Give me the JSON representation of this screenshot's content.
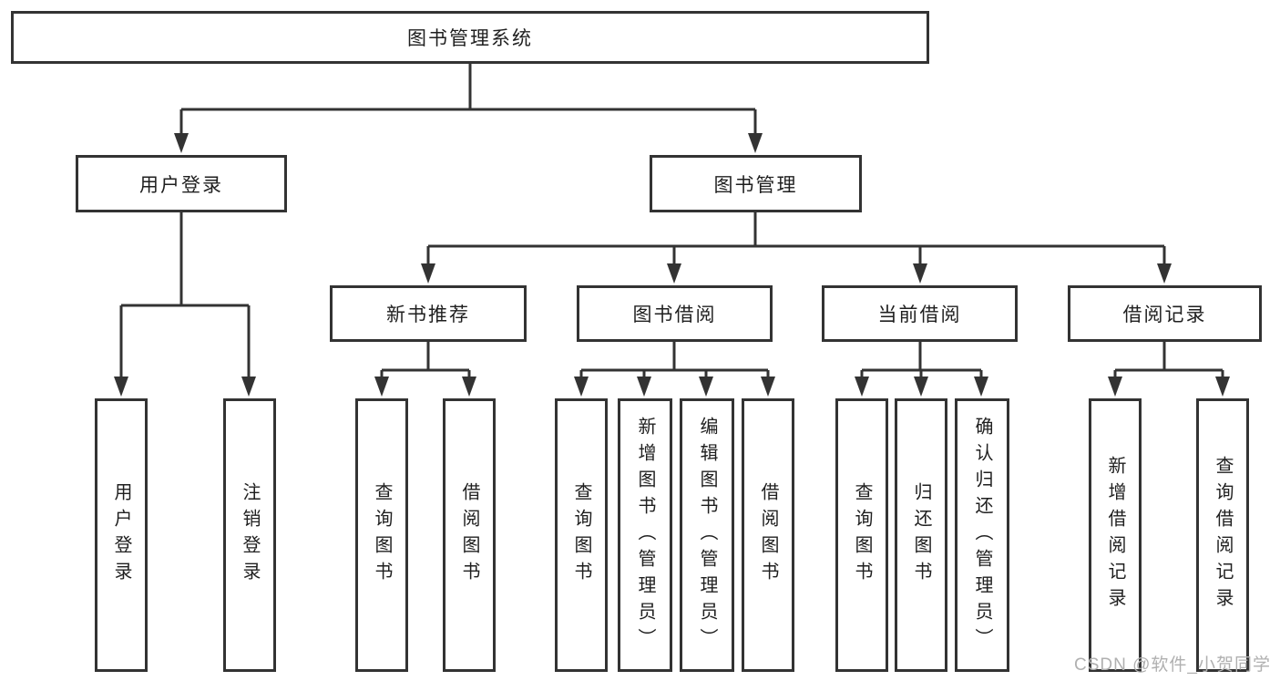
{
  "diagram": {
    "root": {
      "label": "图书管理系统"
    },
    "level2": [
      {
        "label": "用户登录"
      },
      {
        "label": "图书管理"
      }
    ],
    "level3": [
      {
        "label": "新书推荐"
      },
      {
        "label": "图书借阅"
      },
      {
        "label": "当前借阅"
      },
      {
        "label": "借阅记录"
      }
    ],
    "leaves": {
      "user_login": [
        "用户登录",
        "注销登录"
      ],
      "new_books": [
        "查询图书",
        "借阅图书"
      ],
      "book_borrow": [
        "查询图书",
        "新增图书（管理员）",
        "编辑图书（管理员）",
        "借阅图书"
      ],
      "current_borrow": [
        "查询图书",
        "归还图书",
        "确认归还（管理员）"
      ],
      "borrow_records": [
        "新增借阅记录",
        "查询借阅记录"
      ]
    }
  },
  "watermark": {
    "text": "CSDN @软件_小贺同学"
  },
  "colors": {
    "line": "#333333",
    "text": "#1f1f1f",
    "watermark": "#b0b0b0",
    "background": "#ffffff"
  }
}
